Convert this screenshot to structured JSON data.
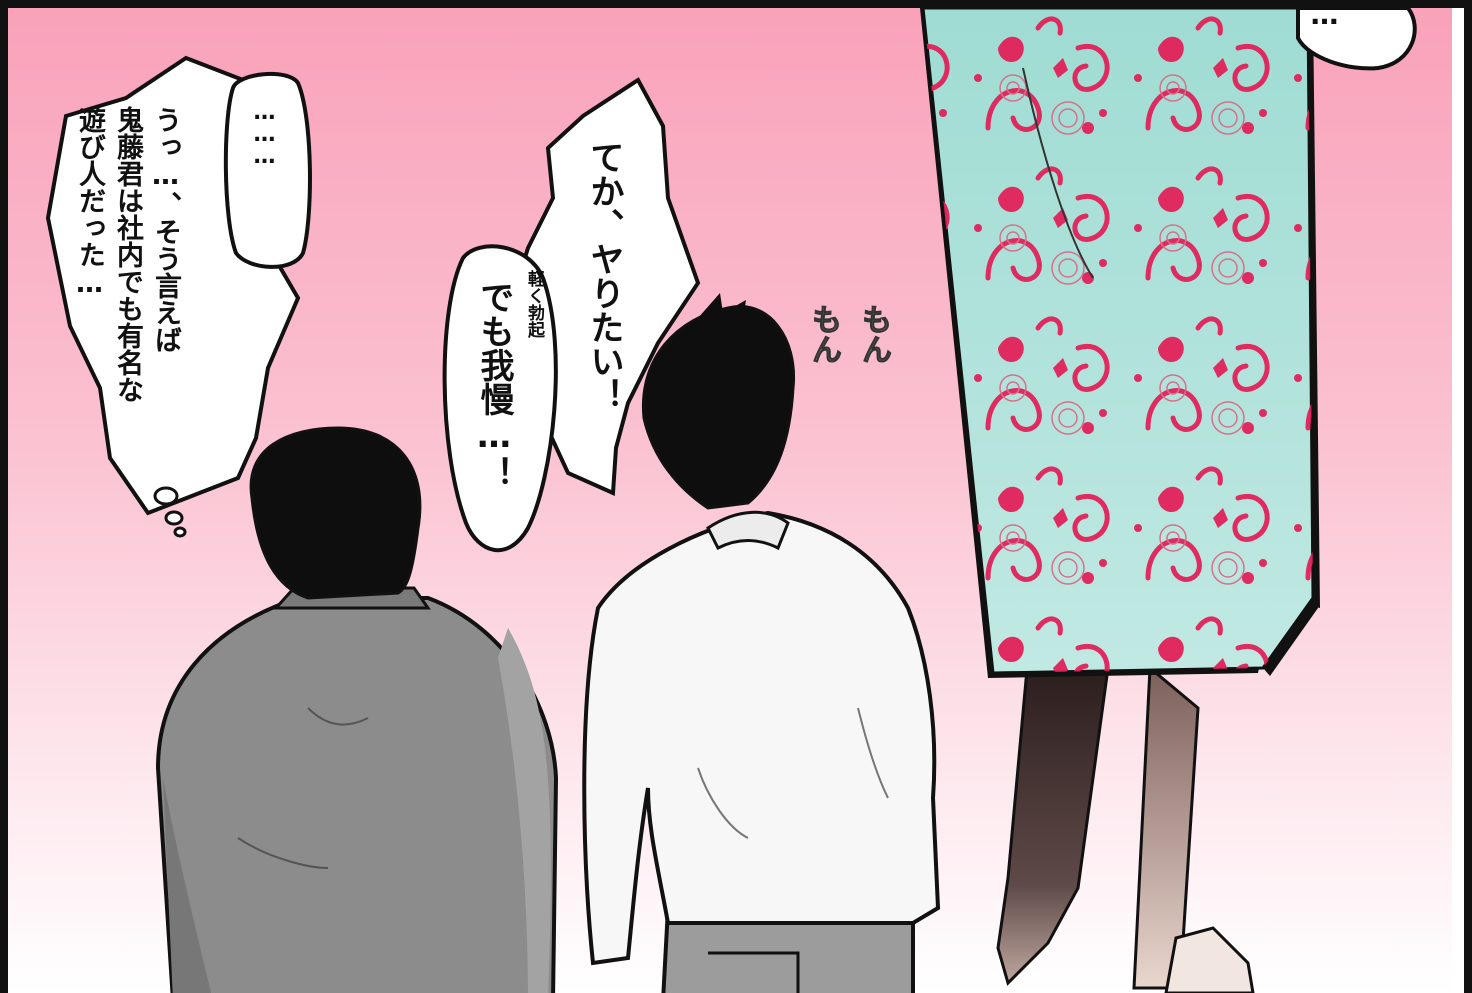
{
  "thought_bubble": {
    "lines": "うっ…、そう言えば\n鬼藤君は社内でも有名な\n遊び人だった…",
    "ellipsis": "………"
  },
  "speech_bubble": {
    "main": "てか、ヤりたい！",
    "small": "軽く勃起",
    "sub": "でも我慢…！"
  },
  "sound_effect": "もん\nもん",
  "top_bubble": "…",
  "colors": {
    "background_top": "#f9a2ba",
    "background_bottom": "#ffffff",
    "skirt": "#a7ddd4",
    "floral": "#e2215a"
  }
}
